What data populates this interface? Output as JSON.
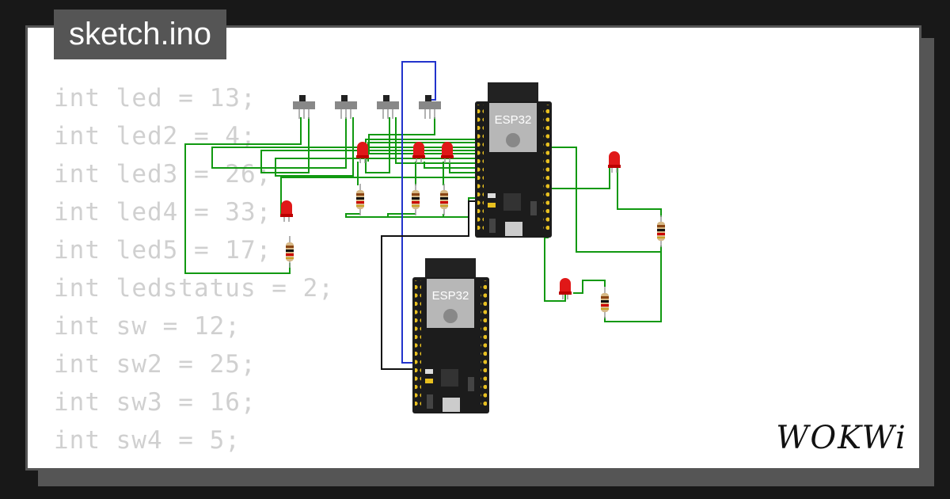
{
  "file_tab": {
    "label": "sketch.ino"
  },
  "code_lines": [
    "int led = 13;",
    "int led2 = 4;",
    "int led3 = 26;",
    "int led4 = 33;",
    "int led5 = 17;",
    "int ledstatus = 2;",
    "int sw = 12;",
    "int sw2 = 25;",
    "int sw3 = 16;",
    "int sw4 = 5;"
  ],
  "boards": [
    {
      "label": "ESP32"
    },
    {
      "label": "ESP32"
    }
  ],
  "brand": {
    "logo_text": "WOKWi"
  },
  "colors": {
    "wire_green": "#119911",
    "wire_blue": "#2233cc",
    "wire_black": "#111111",
    "led_red": "#e01818",
    "board_black": "#1c1c1c",
    "pin_gold": "#e8c020"
  }
}
